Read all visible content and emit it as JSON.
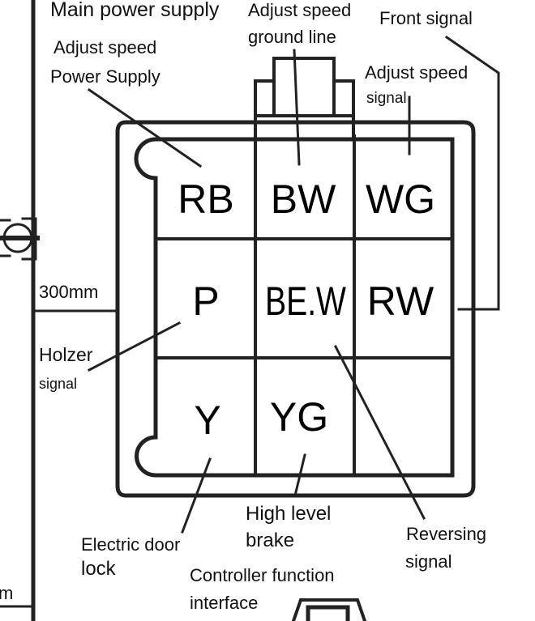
{
  "diagram": {
    "title": "Controller function interface",
    "colors": {
      "line": "#222222",
      "text": "#111111",
      "background": "#ffffff"
    },
    "connector": {
      "pins": [
        {
          "id": "RB",
          "row": 1,
          "col": 1
        },
        {
          "id": "BW",
          "row": 1,
          "col": 2
        },
        {
          "id": "WG",
          "row": 1,
          "col": 3
        },
        {
          "id": "P",
          "row": 2,
          "col": 1
        },
        {
          "id": "BE.W",
          "row": 2,
          "col": 2
        },
        {
          "id": "RW",
          "row": 2,
          "col": 3
        },
        {
          "id": "Y",
          "row": 3,
          "col": 1
        },
        {
          "id": "YG",
          "row": 3,
          "col": 2
        },
        {
          "id": "",
          "row": 3,
          "col": 3
        }
      ]
    },
    "labels": {
      "main_power": "Main power supply",
      "adjust_speed_power_l1": "Adjust speed",
      "adjust_speed_power_l2": "Power Supply",
      "adjust_speed_ground_l1": "Adjust speed",
      "adjust_speed_ground_l2": "ground line",
      "front_signal": "Front  signal",
      "adjust_speed_signal_l1": "Adjust speed",
      "adjust_speed_signal_l2": "signal",
      "length": "300mm",
      "holzer_l1": "Holzer",
      "holzer_l2": "signal",
      "high_level_brake_l1": "High level",
      "high_level_brake_l2": "brake",
      "reversing_l1": "Reversing",
      "reversing_l2": "signal",
      "door_lock_l1": "Electric door",
      "door_lock_l2": "lock",
      "controller_l1": "Controller function",
      "controller_l2": "interface",
      "cut_m": "m"
    },
    "pin_functions": [
      {
        "pin": "RB",
        "function": "Adjust speed Power Supply"
      },
      {
        "pin": "BW",
        "function": "Adjust speed ground line"
      },
      {
        "pin": "WG",
        "function": "Adjust speed signal"
      },
      {
        "pin": "P",
        "function": "Holzer signal"
      },
      {
        "pin": "BE.W",
        "function": "Reversing signal"
      },
      {
        "pin": "RW",
        "function": "Front signal"
      },
      {
        "pin": "Y",
        "function": "Electric door lock"
      },
      {
        "pin": "YG",
        "function": "High level brake"
      }
    ]
  }
}
